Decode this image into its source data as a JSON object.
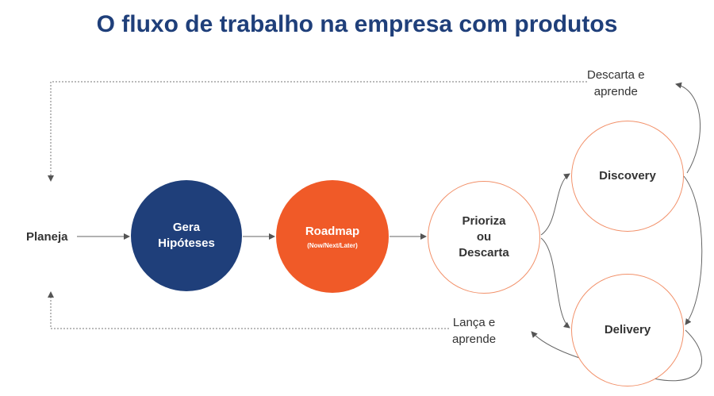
{
  "title": "O fluxo de trabalho na empresa com produtos",
  "nodes": {
    "planeja": "Planeja",
    "gera": [
      "Gera",
      "Hipóteses"
    ],
    "roadmap": {
      "label": "Roadmap",
      "sub": "(Now/Next/Later)"
    },
    "prioriza": [
      "Prioriza",
      "ou",
      "Descarta"
    ],
    "discovery": "Discovery",
    "delivery": "Delivery"
  },
  "feedback": {
    "descarta": [
      "Descarta e",
      "aprende"
    ],
    "lanca": [
      "Lança e",
      "aprende"
    ]
  },
  "colors": {
    "navy": "#1f3f7a",
    "orange": "#f05a28",
    "outline": "#f2916a",
    "arrow": "#555555"
  }
}
